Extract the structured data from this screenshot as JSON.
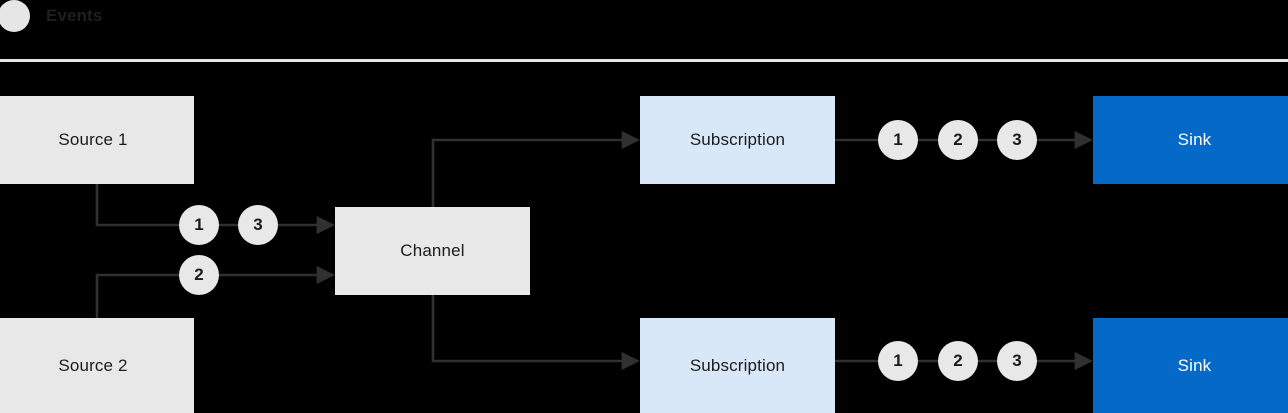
{
  "legend": {
    "swatch_icon": "circle-icon",
    "swatch_color": "#E6E6E6",
    "label": "Events"
  },
  "colors": {
    "background": "#000000",
    "source_fill": "#E8E8E8",
    "channel_fill": "#E8E8E8",
    "subscription_fill": "#D9E8F8",
    "sink_fill": "#0569C8",
    "sink_text": "#FFFFFF",
    "node_text": "#1B1B1B",
    "connector": "#303030",
    "chip_fill": "#E8E8E8",
    "divider": "#E6E6E6"
  },
  "diagram": {
    "nodes": {
      "source1": "Source 1",
      "source2": "Source 2",
      "channel": "Channel",
      "subscription_top": "Subscription",
      "subscription_bottom": "Subscription",
      "sink_top": "Sink",
      "sink_bottom": "Sink"
    },
    "event_chips": {
      "source1_to_channel": [
        "1",
        "3"
      ],
      "source2_to_channel": [
        "2"
      ],
      "subscription_top_to_sink": [
        "1",
        "2",
        "3"
      ],
      "subscription_bottom_to_sink": [
        "1",
        "2",
        "3"
      ]
    },
    "flows": [
      {
        "from": "source1",
        "to": "channel",
        "events": [
          "1",
          "3"
        ]
      },
      {
        "from": "source2",
        "to": "channel",
        "events": [
          "2"
        ]
      },
      {
        "from": "channel",
        "to": "subscription_top",
        "events": []
      },
      {
        "from": "channel",
        "to": "subscription_bottom",
        "events": []
      },
      {
        "from": "subscription_top",
        "to": "sink_top",
        "events": [
          "1",
          "2",
          "3"
        ]
      },
      {
        "from": "subscription_bottom",
        "to": "sink_bottom",
        "events": [
          "1",
          "2",
          "3"
        ]
      }
    ]
  }
}
